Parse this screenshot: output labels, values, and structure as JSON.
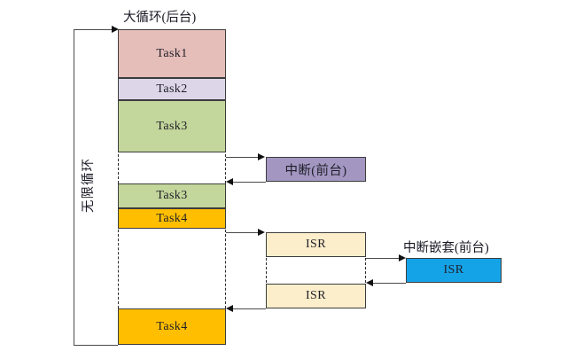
{
  "diagram": {
    "title_background_loop": "大循环(后台)",
    "loop_label": "无限循环",
    "foreground_interrupt_label": "中断嵌套(前台)",
    "caption": ""
  },
  "blocks": {
    "task1": {
      "label": "Task1",
      "color": "#e5bdb9"
    },
    "task2": {
      "label": "Task2",
      "color": "#dcd6e8"
    },
    "task3_first": {
      "label": "Task3",
      "color": "#c3d69b"
    },
    "task3_second": {
      "label": "Task3",
      "color": "#c3d69b"
    },
    "task4_first": {
      "label": "Task4",
      "color": "#ffbf00"
    },
    "task4_second": {
      "label": "Task4",
      "color": "#ffbf00"
    },
    "interrupt": {
      "label": "中断(前台)",
      "color": "#a397c2"
    },
    "isr_top": {
      "label": "ISR",
      "color": "#fdeecb"
    },
    "isr_bottom": {
      "label": "ISR",
      "color": "#fdeecb"
    },
    "isr_nested": {
      "label": "ISR",
      "color": "#15a3e8"
    }
  },
  "colors": {
    "stroke": "#3c3c3c",
    "line": "#4a4a4a",
    "arrowhead": "#111111",
    "text": "#1f1f28"
  }
}
